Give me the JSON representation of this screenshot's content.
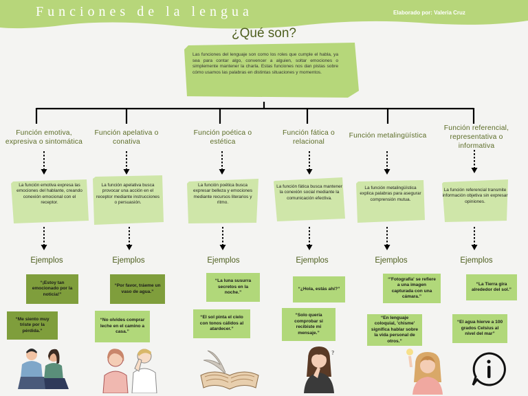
{
  "header": {
    "title": "Funciones de la lengua",
    "credit": "Elaborado por: Valeria Cruz"
  },
  "intro": {
    "question": "¿Qué son?",
    "text": "Las funciones del lenguaje son como los roles que cumple el habla, ya sea para contar algo, convencer a alguien, soltar emociones o simplemente mantener la charla. Estas funciones nos dan pistas sobre cómo usamos las palabras en distintas situaciones y momentos."
  },
  "examples_label": "Ejemplos",
  "functions": [
    {
      "title": "Función emotiva, expresiva o sintomática",
      "description": "La función emotiva expresa las emociones del hablante, creando conexión emocional con el receptor.",
      "examples": [
        "“¡Estoy tan emocionado por la noticia!”",
        "“Me siento muy triste por la pérdida.”"
      ]
    },
    {
      "title": "Función apelativa o conativa",
      "description": "La función apelativa busca provocar una acción en el receptor mediante instrucciones o persuasión.",
      "examples": [
        "“Por favor, tráeme un vaso de agua.”",
        "“No olvides comprar leche en el camino a casa.”"
      ]
    },
    {
      "title": "Función poética o estética",
      "description": "La función poética busca expresar belleza y emociones mediante recursos literarios y ritmo.",
      "examples": [
        "“La luna susurra secretos en la noche.”",
        "“El sol pinta el cielo con tonos cálidos al atardecer.”"
      ]
    },
    {
      "title": "Función fática o relacional",
      "description": "La función fática busca mantener la conexión social mediante la comunicación efectiva.",
      "examples": [
        "“¿Hola, estás ahí?”",
        "“Solo quería comprobar si recibiste mi mensaje.”"
      ]
    },
    {
      "title": "Función metalingüística",
      "description": "La función metalingüística explica palabras para asegurar comprensión mutua.",
      "examples": [
        "“'Fotografía' se refiere a una imagen capturada con una cámara.”",
        "“En lenguaje coloquial, 'chisme' significa hablar sobre la vida personal de otros.”"
      ]
    },
    {
      "title": "Función referencial, representativa o informativa",
      "description": "La función referencial transmite información objetiva sin expresar opiniones.",
      "examples": [
        "“La Tierra gira alrededor del sol.”",
        "“El agua hierve a 100 grados Celsius al nivel del mar”"
      ]
    }
  ],
  "colors": {
    "header": "#b7d67a",
    "intro_box": "#b6d77a",
    "desc_box": "#cfe6a9",
    "example_light": "#b1d87a",
    "example_dark": "#7f9e3c",
    "tree_line": "#000000",
    "title_text": "#5a6b25"
  },
  "icons": [
    "sad-couple-icon",
    "pleading-people-icon",
    "open-book-icon",
    "thinking-woman-icon",
    "explaining-woman-icon",
    "info-bubble-icon"
  ]
}
